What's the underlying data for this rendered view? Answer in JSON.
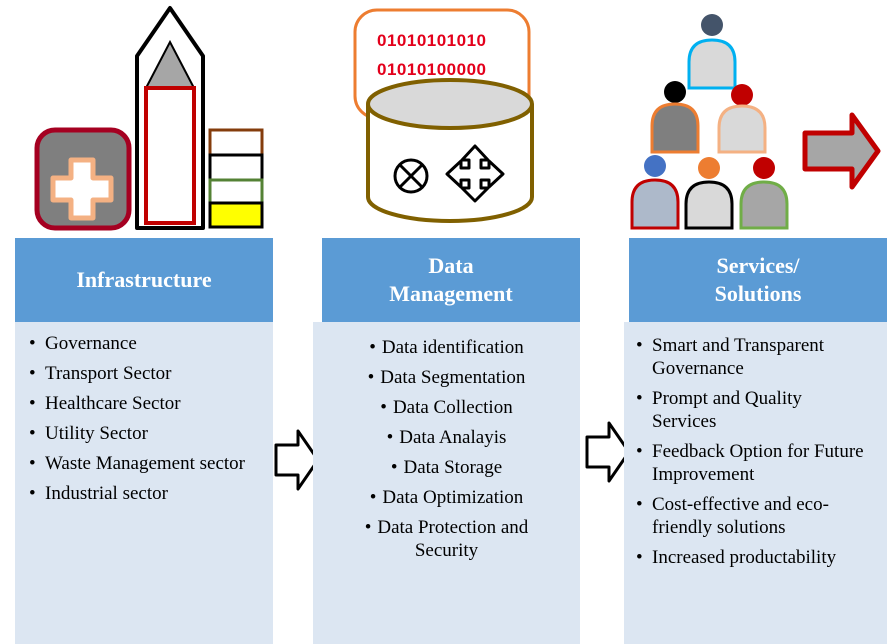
{
  "columns": [
    {
      "title": "Infrastructure",
      "items": [
        "Governance",
        "Transport Sector",
        "Healthcare Sector",
        "Utility Sector",
        "Waste Management sector",
        "Industrial sector"
      ]
    },
    {
      "title": "Data Management",
      "items": [
        "Data identification",
        "Data Segmentation",
        "Data Collection",
        "Data Analayis",
        "Data Storage",
        "Data Optimization",
        "Data Protection and Security"
      ]
    },
    {
      "title": "Services/ Solutions",
      "items": [
        "Smart and Transparent Governance",
        "Prompt and Quality Services",
        "Feedback Option for Future Improvement",
        "Cost-effective and eco-friendly solutions",
        "Increased productability"
      ]
    }
  ],
  "binary": [
    "01010101010",
    "01010100000"
  ],
  "icons": {
    "infrastructure": [
      "hospital-icon",
      "building-icon",
      "stacked-boxes-icon"
    ],
    "data_management": [
      "database-cylinder-icon",
      "cross-circle-icon",
      "move-arrows-icon"
    ],
    "services": [
      "people-pyramid-icon",
      "right-arrow-icon"
    ],
    "flow": [
      "outline-arrow-icon"
    ]
  },
  "colors": {
    "header_bg": "#5b9bd5",
    "panel_bg": "#dce6f2",
    "binary_text": "#e3001b",
    "cloud_border": "#ed7d31",
    "dark_red": "#c00000"
  }
}
